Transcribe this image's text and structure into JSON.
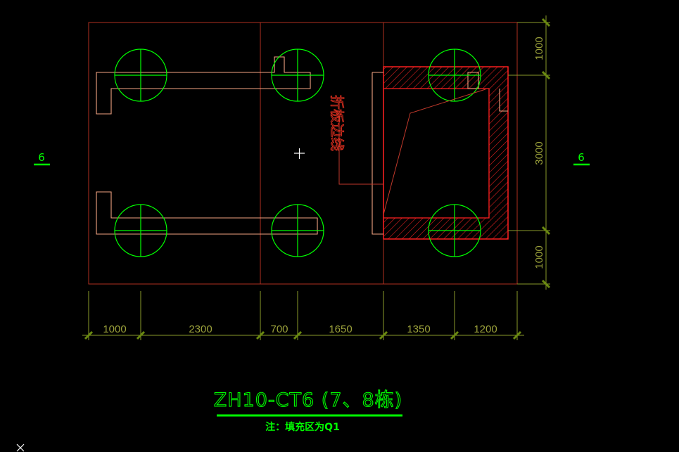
{
  "drawing": {
    "title": "ZH10-CT6 (7、8栋)",
    "note": "注：填充区为Q1",
    "fold_line_label": "折板边线",
    "section_mark": "6",
    "dimensions_horizontal": [
      "1000",
      "2300",
      "700",
      "1650",
      "1350",
      "1200"
    ],
    "dimensions_vertical": [
      "1000",
      "3000",
      "1000"
    ]
  },
  "colors": {
    "background": "#000000",
    "outline": "#c0392b",
    "beam": "#f4a582",
    "pile": "#00ff00",
    "dimension": "#8a9a2a",
    "hatch": "#e02020",
    "section_mark": "#00ff00"
  }
}
